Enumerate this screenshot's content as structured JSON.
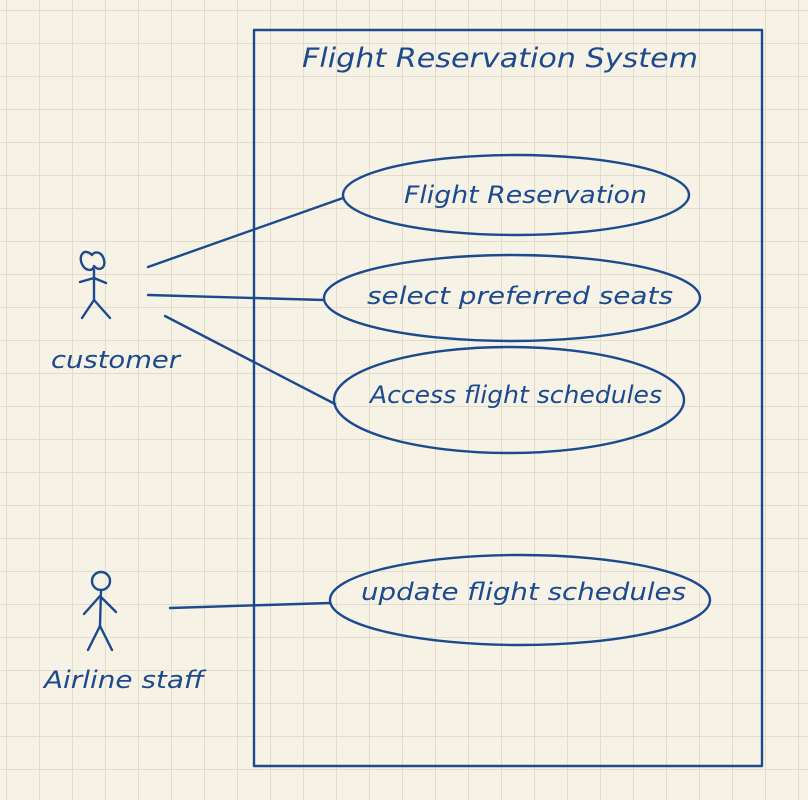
{
  "system": {
    "title": "Flight Reservation  System"
  },
  "actors": [
    {
      "id": "customer",
      "label": "customer"
    },
    {
      "id": "airline-staff",
      "label": "Airline staff"
    }
  ],
  "use_cases": [
    {
      "id": "flight-reservation",
      "label": "Flight Reservation"
    },
    {
      "id": "select-preferred-seats",
      "label": "select preferred seats"
    },
    {
      "id": "access-flight-schedules",
      "label": "Access flight schedules"
    },
    {
      "id": "update-flight-schedules",
      "label": "update flight schedules"
    }
  ],
  "associations": [
    {
      "actor": "customer",
      "use_case": "flight-reservation"
    },
    {
      "actor": "customer",
      "use_case": "select-preferred-seats"
    },
    {
      "actor": "customer",
      "use_case": "access-flight-schedules"
    },
    {
      "actor": "airline-staff",
      "use_case": "update-flight-schedules"
    }
  ],
  "colors": {
    "ink": "#1c4a8f",
    "paper": "#f6f2e6",
    "grid": "#e2dccb"
  }
}
